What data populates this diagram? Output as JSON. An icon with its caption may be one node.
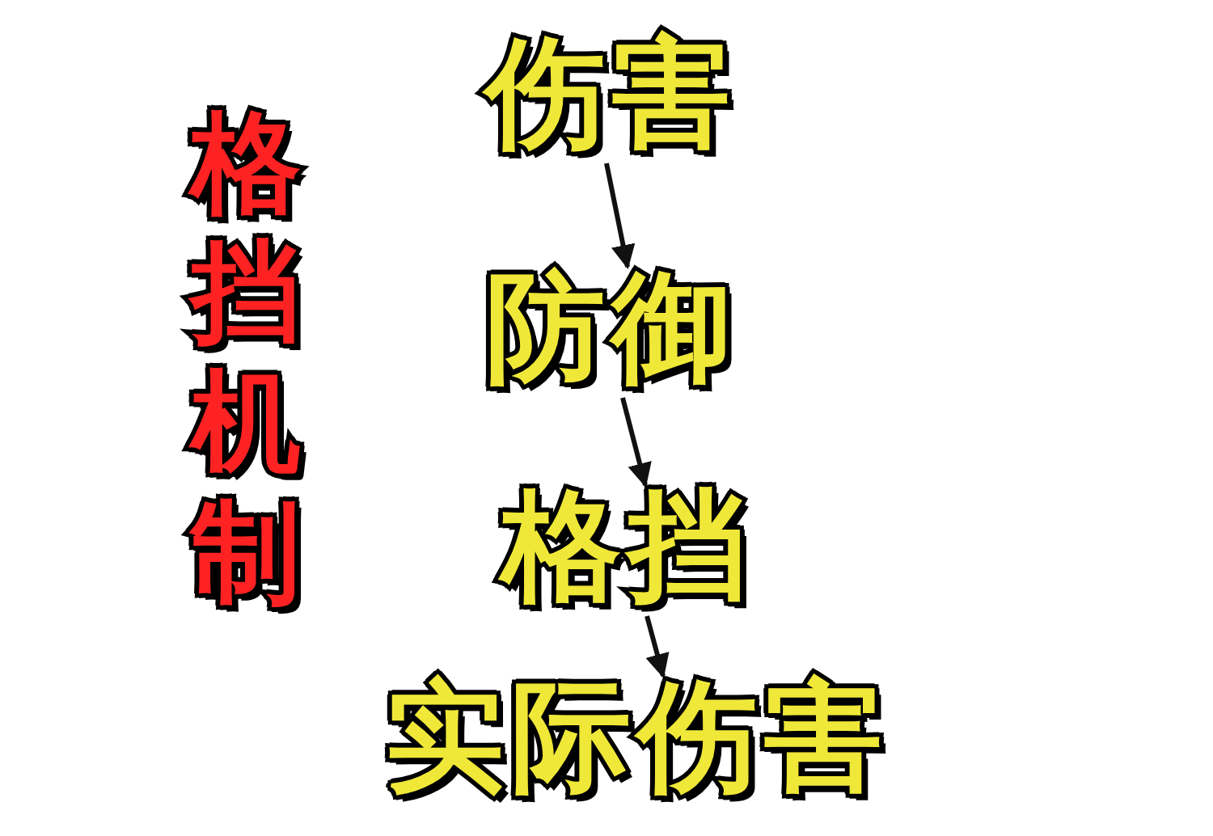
{
  "diagram": {
    "title": "格挡机制",
    "nodes": [
      {
        "text": [
          "伤害"
        ]
      },
      {
        "text": [
          "防御"
        ]
      },
      {
        "text": [
          "格挡"
        ]
      },
      {
        "text": [
          "实际伤害"
        ]
      }
    ],
    "edges": [
      {
        "from": 0,
        "to": 1,
        "arrow": "to"
      },
      {
        "from": 1,
        "to": 2,
        "arrow": "to"
      },
      {
        "from": 2,
        "to": 3,
        "arrow": "to"
      }
    ]
  }
}
